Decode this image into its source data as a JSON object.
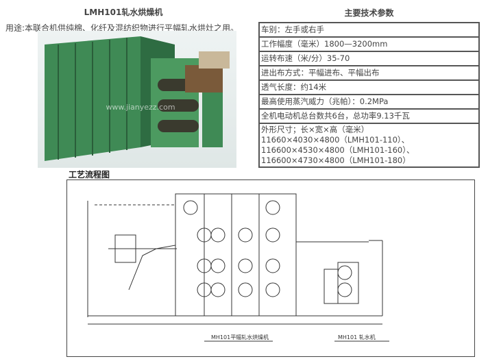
{
  "product": {
    "title": "LMH101轧水烘燥机",
    "description": "用途:本联合机供纯棉、化纤及混纺织物进行平幅轧水烘灶之用。",
    "watermark": "www.jianyezz.com"
  },
  "specs": {
    "title": "主要技术参数",
    "rows": [
      "车别：左手或右手",
      "工作幅度（毫米）1800—3200mm",
      "运转布速（米/分）35-70",
      "进出布方式：平幅进布、平幅出布",
      "透气长度：约14米",
      "最高使用蒸汽威力（兆帕）：0.2MPa",
      "全机电动机总台数共6台，总功率9.13千瓦"
    ],
    "dimensions": [
      "外形尺寸；长×宽×高（毫米）",
      "11660×4030×4800（LMH101-110）、",
      "116600×4530×4800（LMH101-160）、",
      "116600×4730×4800（LMH101-180）"
    ]
  },
  "flow": {
    "title": "工艺流程图",
    "labels": [
      "MH101平幅轧水烘燥机",
      "MH101 轧水机"
    ]
  }
}
